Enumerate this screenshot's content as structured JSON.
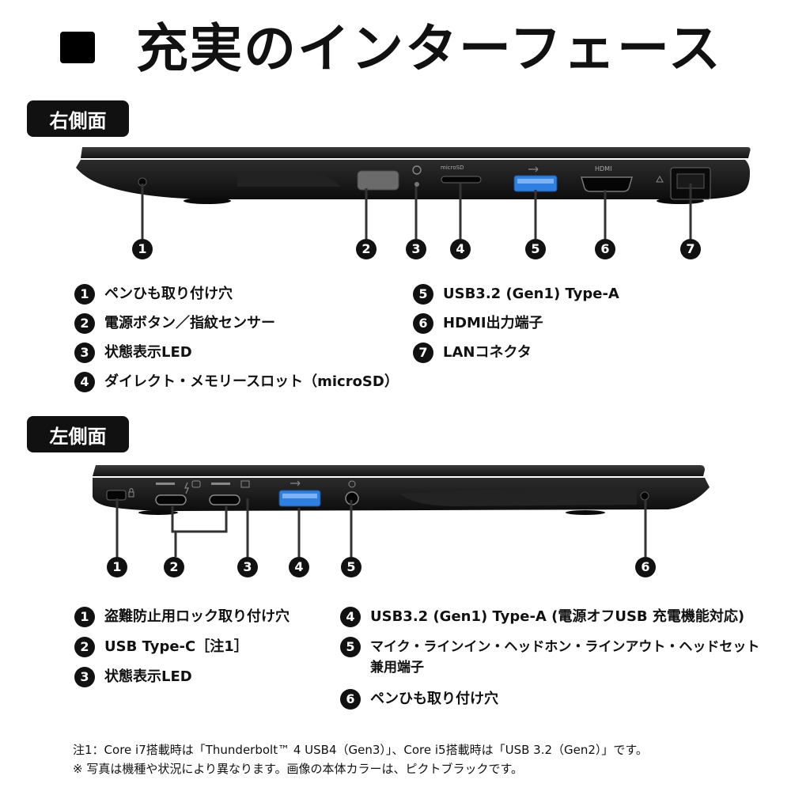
{
  "title": "充実のインターフェース",
  "right_side": {
    "label": "右側面",
    "callouts": [
      "1",
      "2",
      "3",
      "4",
      "5",
      "6",
      "7"
    ],
    "port_marks": {
      "microsd": "microSD",
      "hdmi": "HDMI"
    },
    "legend_left": [
      {
        "n": "1",
        "text": "ペンひも取り付け穴"
      },
      {
        "n": "2",
        "text": "電源ボタン／指紋センサー"
      },
      {
        "n": "3",
        "text": "状態表示LED"
      },
      {
        "n": "4",
        "text": "ダイレクト・メモリースロット（microSD）"
      }
    ],
    "legend_right": [
      {
        "n": "5",
        "text": "USB3.2 (Gen1) Type-A"
      },
      {
        "n": "6",
        "text": "HDMI出力端子"
      },
      {
        "n": "7",
        "text": "LANコネクタ"
      }
    ]
  },
  "left_side": {
    "label": "左側面",
    "callouts": [
      "1",
      "2",
      "3",
      "4",
      "5",
      "6"
    ],
    "legend_left": [
      {
        "n": "1",
        "text": "盗難防止用ロック取り付け穴"
      },
      {
        "n": "2",
        "text": "USB Type-C［注1］"
      },
      {
        "n": "3",
        "text": "状態表示LED"
      }
    ],
    "legend_right": [
      {
        "n": "4",
        "text": "USB3.2 (Gen1) Type-A (電源オフUSB 充電機能対応)"
      },
      {
        "n": "5",
        "text": "マイク・ラインイン・ヘッドホン・ラインアウト・ヘッドセット",
        "text2": "兼用端子"
      },
      {
        "n": "6",
        "text": "ペンひも取り付け穴"
      }
    ]
  },
  "notes": [
    "注1：Core i7搭載時は「Thunderbolt™ 4 USB4（Gen3）」、Core i5搭載時は「USB 3.2（Gen2）」です。",
    "※ 写真は機種や状況により異なります。画像の本体カラーは、ピクトブラックです。"
  ],
  "colors": {
    "accent": "#111111",
    "body_dark": "#1c1c1c",
    "usb_blue": "#2f7fe0"
  }
}
